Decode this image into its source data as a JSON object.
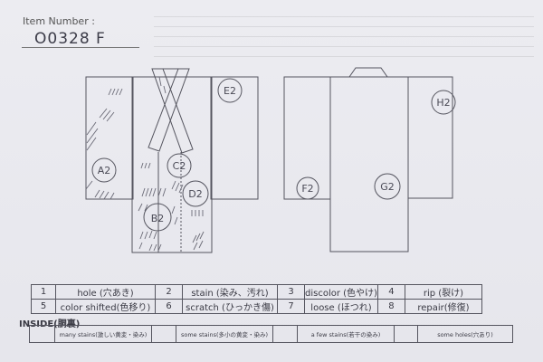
{
  "header": {
    "item_number_label": "Item Number :",
    "item_number_value": "O0328   F"
  },
  "front_diagram": {
    "labels": [
      "A2",
      "B2",
      "C2",
      "D2",
      "E2"
    ]
  },
  "back_diagram": {
    "labels": [
      "F2",
      "G2",
      "H2"
    ]
  },
  "legend": {
    "rows": [
      [
        {
          "num": "1",
          "label": "hole (穴あき)"
        },
        {
          "num": "2",
          "label": "stain (染み、汚れ)"
        },
        {
          "num": "3",
          "label": "discolor (色やけ)"
        },
        {
          "num": "4",
          "label": "rip (裂け)"
        }
      ],
      [
        {
          "num": "5",
          "label": "color shifted(色移り)"
        },
        {
          "num": "6",
          "label": "scratch (ひっかき傷)"
        },
        {
          "num": "7",
          "label": "loose (ほつれ)"
        },
        {
          "num": "8",
          "label": "repair(修復)"
        }
      ]
    ]
  },
  "inside": {
    "title": "INSIDE(胴裏)",
    "options": [
      {
        "checked": "",
        "label": "many stains(激しい黄変・染み)"
      },
      {
        "checked": "",
        "label": "some stains(多小の黄変・染み)"
      },
      {
        "checked": "",
        "label": "a few stains(若干の染み)"
      },
      {
        "checked": "",
        "label": "some holes(穴あり)"
      }
    ]
  },
  "colors": {
    "paper": "#e9e9ee",
    "ink": "#3a3a44",
    "pencil": "#5a5a66"
  }
}
